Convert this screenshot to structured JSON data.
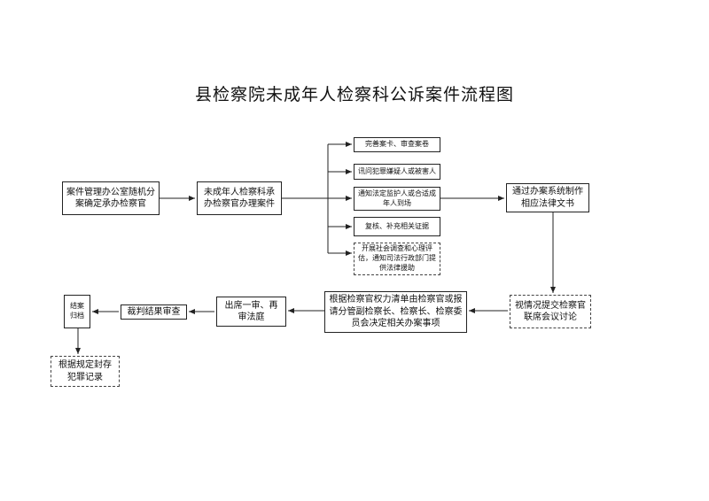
{
  "title": "县检察院未成年人检察科公诉案件流程图",
  "nodes": {
    "n1": "案件管理办公室随机分案确定承办检察官",
    "n2": "未成年人检察科承办检察官办理案件",
    "b1": "完善案卡、审查案卷",
    "b2": "讯问犯罪嫌疑人或被害人",
    "b3": "通知法定监护人或合适成年人到场",
    "b4": "复核、补充相关证据",
    "b5": "开展社会调查和心理评估，通知司法行政部门提供法律援助",
    "n3": "通过办案系统制作相应法律文书",
    "n4": "视情况提交检察官联席会议讨论",
    "n5": "根据检察官权力清单由检察官或报请分管副检察长、检察长、检察委员会决定相关办案事项",
    "n6": "出席一审、再审法庭",
    "n7": "裁判结果审查",
    "n8": "结案归档",
    "n9": "根据规定封存犯罪记录"
  }
}
